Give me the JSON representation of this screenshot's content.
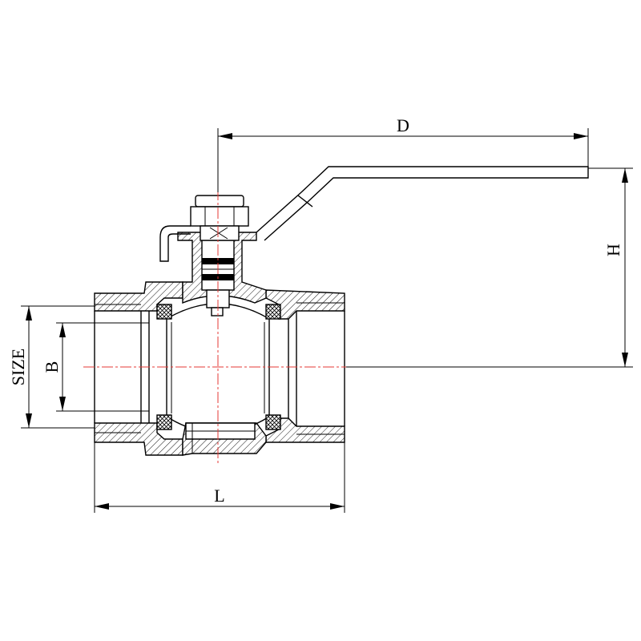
{
  "labels": {
    "d": "D",
    "h": "H",
    "l": "L",
    "b": "B",
    "size": "SIZE"
  },
  "colors": {
    "line": "#000000",
    "centerline": "#e53935",
    "background": "#ffffff"
  }
}
